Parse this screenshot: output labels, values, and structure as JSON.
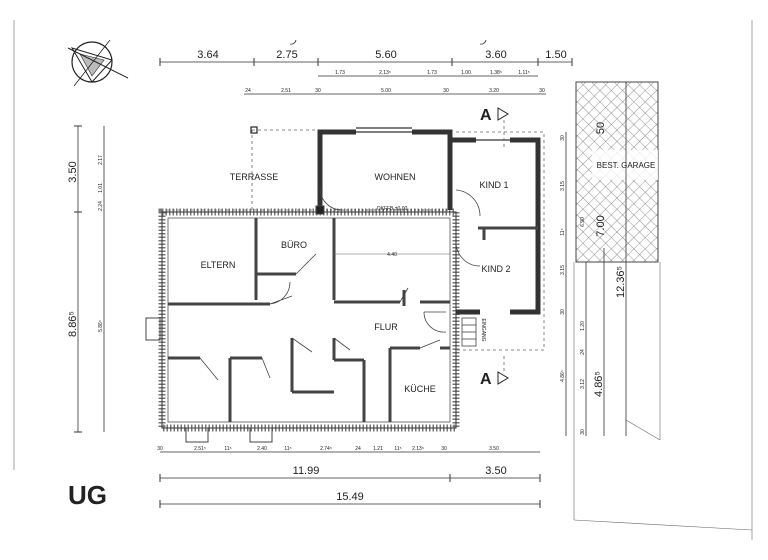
{
  "floor_label": "UG",
  "rooms": {
    "terrasse": "TERRASSE",
    "wohnen": "WOHNEN",
    "kind1": "KIND 1",
    "kind2": "KIND 2",
    "eltern": "ELTERN",
    "buero": "BÜRO",
    "flur": "FLUR",
    "kueche": "KÜCHE",
    "garage": "BEST. GARAGE",
    "eingang": "EINGANG",
    "okffb": "OKFFB ±0.00",
    "span_440": "4.40"
  },
  "section_marker": "A",
  "dims_top_main": [
    "3.64",
    "2.75",
    "5.60",
    "3.60",
    "1.50"
  ],
  "dims_top_second": [
    "1.73",
    "2.13⁵",
    "1.73",
    "1.00",
    "1.38⁵",
    "1.11⁵"
  ],
  "dims_top_third": [
    "24",
    "2.51",
    "30",
    "5.00",
    "30",
    "3.20",
    "30"
  ],
  "dims_left_big": [
    "3.50",
    "8.86⁵"
  ],
  "dims_left_small": [
    "2.17",
    "1.01",
    "2.24",
    "5.86⁵"
  ],
  "dims_right_big": [
    "7.00",
    "12.36⁵",
    "4.86⁵"
  ],
  "dims_right_small": [
    "30",
    "3.15",
    "6.90",
    "11⁵",
    "3.15",
    "30",
    "1.20",
    "24",
    "3.12",
    "4.86⁵",
    "30"
  ],
  "garage_dim": "50",
  "dims_bottom_small": [
    "30",
    "2.51⁵",
    "11⁵",
    "2.40",
    "11⁵",
    "2.74⁵",
    "24",
    "1.21",
    "11⁵",
    "2.13⁵",
    "30",
    "3.50"
  ],
  "dims_bottom_mid": [
    "11.99",
    "3.50"
  ],
  "dims_bottom_total": "15.49"
}
